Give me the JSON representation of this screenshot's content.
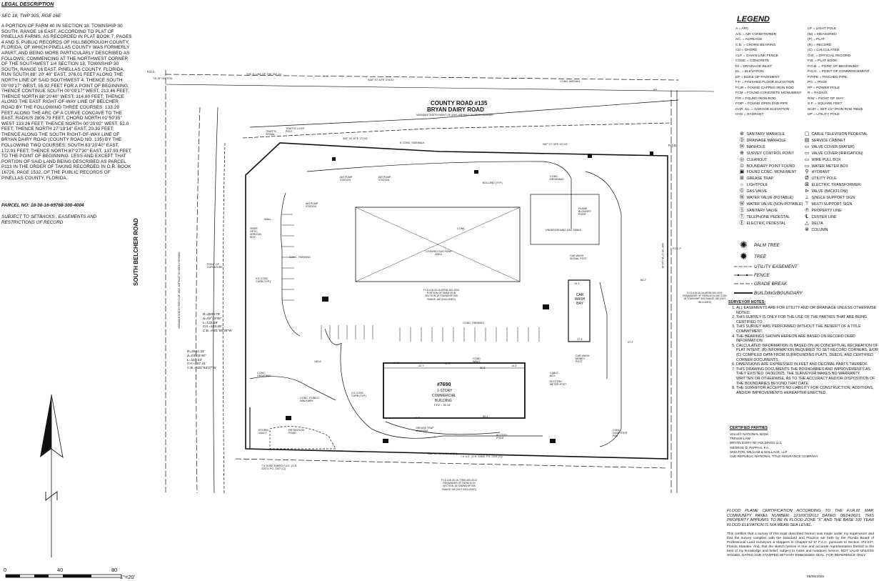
{
  "legal": {
    "title": "LEGAL DESCRIPTION",
    "section_line": "SEC 18, TWP 30S, RGE 16E",
    "body": "A PORTION OF FARM 40 IN SECTION 18, TOWNSHIP 30 SOUTH, RANGE 16 EAST, ACCORDING TO PLAT OF PINELLAS FARMS, AS RECORDED IN PLAT BOOK 7, PAGES 4 AND 5, PUBLIC RECORDS OF HILLSBOROUGH COUNTY, FLORIDA; OF WHICH PINELLAS COUNTY WAS FORMERLY APART, AND BEING MORE PARTICULARLY DESCRIBED AS FOLLOWS: COMMENCING AT THE NORTHWEST CORNER OF THE SOUTHWEST 1/4 SECTION 18, TOWNSHIP 30 SOUTH, RANGE 16 EAST, PINELLAS COUNTY, FLORIDA, RUN SOUTH 88° 20' 40\" EAST, 376.01 FEET ALONG THE NORTH LINE OF SAID SOUTHWEST 4; THENCE SOUTH 00°09'17\" WEST, 55.92 FEET FOR A POINT OF BEGINNING; THENCE CONTINUE SOUTH 00°09'17\" WEST, 213.46 FEET, THENCE NORTH 88°20'40\" WEST, 314.80 FEET; THENCE ALONG THE EAST RIGHT-OF-WAY LINE OF BELCHER ROAD BY THE FOLLOWING THREE COURSES: 133.29 FEET ALONG THE ARC OF A CURVE CONCAVE TO THE EAST, RADIUS 2809.79 FEET, CHORD NORTH 01°50'35\" WEST 133.26 FEET; THENCE NORTH 00°20'02\" WEST, 52.0 FEET; THENCE NORTH 27°19'14\" EAST, 20.30 FEET; THENCE ALONG THE SOUTH RIGHT-OF-WAY LINE OF BRYAN DAIRY ROAD (COUNTY ROAD NO. 135) BY THE FOLLOWING TWO COURSES: SOUTH 83°20'40\" EAST, 172.93 FEET; THENCE NORTH 87°27'30\" EAST, 137.93 FEET TO THE POINT OF BEGINNING. LESS AND EXCEPT THAT PORTION OF SAID LAND BEING DESCRIBED AS PARCEL P113 IN THE ORDER OF TAKING RECORDED IN O.R. BOOK 16726, PAGE 1532, OF THE PUBLIC RECORDS OF PINELLAS COUNTY, FLORIDA.",
    "parcel": "PARCEL NO: 18-30-16-69768-300-4004",
    "subject": "SUBJECT TO SETBACKS , EASEMENTS AND RESTRICTIONS OF RECORD"
  },
  "legend": {
    "title": "LEGEND",
    "abbrev_left": [
      "A = ARC",
      "A/C = AIR CONDITIONER",
      "AC. = ACREAGE",
      "C.B. = CHORD BEARING",
      "CH = CHORD",
      "CLF = CHAIN LINK FENCE",
      "CONC = CONCRETE",
      "DI = DRAINAGE INLET",
      "EL. = ELEVATION",
      "EP = EDGE OF PAVEMENT",
      "F.F. = FINISHED FLOOR ELEVATION",
      "FCIR = FOUND CAPPED IRON ROD",
      "FCM = FOUND CONCRETE MONUMENT",
      "FIR = FOUND IRON ROD",
      "FOIP = FOUND OPEN END PIPE",
      "GAR. EL. = GARAGE ELEVATION",
      "HYD = HYDRANT"
    ],
    "abbrev_right": [
      "LP = LIGHT POLE",
      "(M) = MEASURED",
      "(P) = PLAT",
      "(R) = RECORD",
      "(C) = CALCULATED",
      "O.R. = OFFICIAL RECORD",
      "P.B. = PLAT BOOK",
      "P.O.B. = POINT OF BEGINNING",
      "P.O.C. = POINT OF COMMENCEMENT",
      "P.PIPE = PINCHED PIPE",
      "PG. = PAGE",
      "PP = POWER POLE",
      "R = RADIUS",
      "R/W = RIGHT OF WAY",
      "S.F. = SQUARE FEET",
      "SCIR = SET 1/2\" IRON ROD #6545",
      "UP = UTILITY POLE"
    ],
    "symbols_left": [
      {
        "glyph": "⊛",
        "label": "SANITARY MANHOLE"
      },
      {
        "glyph": "Ⓓ",
        "label": "DRAINAGE MANHOLE"
      },
      {
        "glyph": "Ⓜ",
        "label": "MANHOLE"
      },
      {
        "glyph": "⊕",
        "label": "SURVEY CONTROL POINT"
      },
      {
        "glyph": "◎",
        "label": "CLEANOUT"
      },
      {
        "glyph": "⊙",
        "label": "BOUNDARY POINT FOUND"
      },
      {
        "glyph": "▣",
        "label": "FOUND CONC. MONUMENT"
      },
      {
        "glyph": "⊞",
        "label": "GREASE TRAP"
      },
      {
        "glyph": "☼",
        "label": "LIGHTPOLE"
      },
      {
        "glyph": "Ⓖ",
        "label": "GAS VALVE"
      },
      {
        "glyph": "Ⓦ",
        "label": "WATER VALVE (POTABLE)"
      },
      {
        "glyph": "Ⓦ",
        "label": "WATER VALVE (NON-POTABLE)"
      },
      {
        "glyph": "Ⓢ",
        "label": "SANITARY VALVE"
      },
      {
        "glyph": "Ⓣ",
        "label": "TELEPHONE PEDESTAL"
      },
      {
        "glyph": "Ⓔ",
        "label": "ELECTRIC PEDESTAL"
      }
    ],
    "symbols_right": [
      {
        "glyph": "▢",
        "label": "CABLE TELEVISION PEDESTAL"
      },
      {
        "glyph": "▤",
        "label": "SERVICE CABINET"
      },
      {
        "glyph": "▭",
        "label": "VALVE COVER (WATER)"
      },
      {
        "glyph": "▭",
        "label": "VALVE COVER (IRRIGATION)"
      },
      {
        "glyph": "▭",
        "label": "WIRE PULL BOX"
      },
      {
        "glyph": "▭",
        "label": "WATER METER BOX"
      },
      {
        "glyph": "⚲",
        "label": "HYDRANT"
      },
      {
        "glyph": "ø",
        "label": "UTILITY POLE"
      },
      {
        "glyph": "⊠",
        "label": "ELECTRIC TRANSFORMER"
      },
      {
        "glyph": "⊳",
        "label": "VALVE (BACKFLOW)"
      },
      {
        "glyph": "⊥",
        "label": "SINGLE SUPPORT SIGN"
      },
      {
        "glyph": "⊤",
        "label": "MULTI SUPPORT SIGN"
      },
      {
        "glyph": "℗",
        "label": "PROPERTY LINE"
      },
      {
        "glyph": "℄",
        "label": "CENTER LINE"
      },
      {
        "glyph": "△",
        "label": "DELTA"
      },
      {
        "glyph": "⊗",
        "label": "COLUMN"
      }
    ],
    "palm": "PALM TREE",
    "tree": "TREE",
    "lines": [
      "UTILITY EASEMENT",
      "FENCE",
      "GRADE BREAK",
      "BUILDING/BOUNDARY"
    ]
  },
  "notes": {
    "title": "SURVEYOR NOTES:",
    "items": [
      "ALL EASEMENTS ARE FOR UTILITY AND OR DRAINAGE UNLESS OTHERWISE NOTED.",
      "THIS SURVEY IS ONLY FOR THE USE OF THE PARTIES THAT ARE BEING CERTIFIED TO.",
      "THIS SURVEY WAS PERFORMED WITHOUT THE BENEFIT OF A TITLE COMMITMENT.",
      "THE BEARINGS SHOWN HEREON ARE BASED ON RECORD DEED INFORMATION.",
      "CALCULATED INFORMATION IS BASED ON (A) CONCEPTUAL RECREATION OF PLAT INTENT, (B) INFORMATION REQUIRED TO SET RECORD CORNERS, &/OR (C) COMPILED DATA FROM SURROUNDING PLATS, DEEDS, AND CERTIFIED CORNER DOCUMENTS.",
      "DIMENSIONS ARE EXPRESSED IN FEET AND DECIMAL PARTS THEREOF.",
      "THIS DRAWING DOCUMENTS THE BOUNDARIES AND IMPROVEMENTS AS THEY EXISTED: 04/30/2025. THE SURVEYOR MAKES NO WARRANTY, WRITTEN OR OTHERWISE, AS TO THE ACCURACY AND/OR DISPOSITION OF THE BOUNDARIES BEYOND THAT DATE.",
      "THE SURVEYOR ACCEPTS NO LIABILITY FOR CONSTRUCTION, ADDITIONS, AND/OR IMPROVEMENTS HEREAFTER ERECTED."
    ]
  },
  "certified": {
    "title": "CERTIFIED PARTIES",
    "parties": [
      "VALLEY NATIONAL BANK",
      "TRINAM LAW",
      "BRYAN DAIRY RF HOLDINGS LLC",
      "GEORGE D. PAPPAS, P.A.",
      "SKELTON, WILLIAM & WALLACE, LLP",
      "OLD REPUBLIC NATIONAL TITLE INSURANCE COMPANY"
    ]
  },
  "flood": "FLOOD PLANE CERTIFICATION ACCORDING TO THE F.I.R.M. MAP, COMMUNITY PANEL NUMBER: 12103C0201J DATED: 08/24/2021. THIS PROPERTY APPEARS TO BE IN FLOOD ZONE \"X\" AND THE BASE 100 YEAR FLOOD ELEVATION IS N/A MEAN SEA LEVEL.",
  "certification": "This certifies that a survey of this legal described hereon was made under my supervision and that the survey complies with the Standard and Practice set forth by the Florida Board of Professional Land Surveyors & Mappers in Chapter 5J-17 F.A.C. pursuant to Section 472.027, Florida Statutes. And, that the sketch hereon is true and accurate representation thereof to the best of my knowledge and belief, subject to notes and notations hereon. NOT VALID UNLESS SIGNED, DATED AND STAMPED WITH MY EMBOSSED SEAL. FOR REFERENCE ONLY.",
  "cert_date": "05/06/2025",
  "scale": {
    "zero": "0",
    "forty": "40",
    "eighty": "80",
    "ratio": "1\"=20'"
  },
  "plan": {
    "county_road": "COUNTY ROAD #135",
    "bryan": "BRYAN DAIRY ROAD",
    "road_desc": "VARIABLE WIDTH RIGHT-OF-WAY, ASPHALT DIVIDED HIGHWAY",
    "south_belcher": "SOUTH BELCHER ROAD",
    "belcher_desc": "VARIABLE WIDTH RIGHT-OF-WAY, ASPHALT DIVIDED HIGHWAY",
    "address": "#7690",
    "building_type": "1-STORY",
    "building_use": "COMMERCIAL",
    "building_word": "BUILDING",
    "ffe": "F.F.E = 50.15'",
    "canopy": "COVERED GAS PUMP AREA",
    "carwash": "CAR WASH BAY",
    "underground": "UNDERGROUND GAS TANKS",
    "parcel_center": "P.I.D.#18-30-16-69768-300-4004 PORTION OF FARM 40 IN SECTION 18 TOWNSHIP 30S RANGE 16E (INCLUDED)",
    "parcel_east": "P.I.D.#18-30-16-69768-300-4002 REMAINDER OF FARM 40 IN SECTION 18 TOWNSHIP 30S RANGE 16E (NOT INCLUDED)",
    "parcel_south": "P.I.D.#18-30-16-77500-000-0010 REMAINDER OF FARM 40 IN SECTION 18 TOWNSHIP 30S RANGE 16E (NOT INCLUDED)",
    "poc": "P.O.C.",
    "pob": "P.O.B.",
    "curve1": [
      "R=2809.79'",
      "Δ=02°43'08\"",
      "L=133.29'",
      "CH.=133.26'",
      "C.B.=N01°50'35\"W"
    ],
    "curve2": [
      "R=2944.33'",
      "Δ=03°03'49\"",
      "L=157.43'",
      "CH.=157.41'",
      "C.B.=N01°53'27\"W"
    ],
    "labels": {
      "conc_parking_w": "CONC. PARKING",
      "conc_parking_c": "CONC. PARKING",
      "conc_driveway_w": "CONC. DRIVEWAY",
      "conc_driveway_n": "CONC. DRIVEWAY",
      "conc_walk": "CONC. WALK",
      "conc_public_walkway": "CONC. PUBLIC WALKWAY",
      "retention": "RETENTION POND",
      "storm_vault": "STORM VAULT",
      "grease_trap": "GREASE TRAP MANHOLE",
      "access_point": "ACCESS POINT",
      "dumpster": "CONC. DUMPSTER PAD",
      "flame": "FLAME BLOWOFF POINT",
      "air_pump_1": "AIR PUMP STATION",
      "air_pump_2": "AIR PUMP STATION",
      "air_pump_3": "AIR PUMP STATION",
      "traffic": "TRAFFIC SIGNAL",
      "lightpole": "TRAFFIC LIGHT POLE",
      "bollard": "BOLLARD (TYP.)",
      "conc_sidewalk": "6' CONC. SIDEWALK",
      "wall": "WALL",
      "conc": "CONC.",
      "cable_box": "CABLE BOX",
      "electric_meter": "ELECTRIC METER POST",
      "carwash_money": "CAR WASH MONEY POST",
      "carwash_signal": "CAR WASH SIGNAL POST",
      "curb": "0.5' CONC. CURB (TYP.)",
      "curb2": "0.5' CONC. CURB (TYP.)",
      "point_curvature": "POINT OF CURVATURE",
      "fiber": "FIBER OPTIC VERIZON BOX",
      "ep": "EP",
      "bearing_s": "N88° 20' 40\"W 314.80'(M)",
      "bearing_n": "S83° 20' 40\"E 172.93'",
      "bearing_ne": "N87° 27' 30\"E 137.93'",
      "bearing_e": "S00° 09' 17\"W 213.46'",
      "top_ref": "THE N LINE OF THE SW 1/4",
      "top_bearing": "S88° 20' 40\"E 376.01'",
      "conc_median": "CONC. MEDIAN",
      "tbox": "T.B. OF SECTION",
      "esmt": "7.5' U.E. (O.R. 22690, PG. 2104 (C))",
      "esmt2": "7.5' DUKE ENERGY U.E. (O.R. 22573, PG. 2347 (C))",
      "dim_140_6": "140.6'",
      "dim_66_2": "66.2'",
      "dim_57_2": "57.2'",
      "dim_19_1": "19.1'",
      "dim_17_1": "17.1'",
      "dim_14_8": "14.8'",
      "dim_22_7": "22.7'",
      "dim_17_2": "17.2'",
      "dim_14_2": "14.2'",
      "dim_44_7": "44.7'",
      "dim_55_4": "55.4'",
      "dim_30_6": "30.6'",
      "pc": "P.C.L.P."
    }
  },
  "colors": {
    "ink": "#111111",
    "grid": "#999999",
    "hatch": "#777777"
  }
}
